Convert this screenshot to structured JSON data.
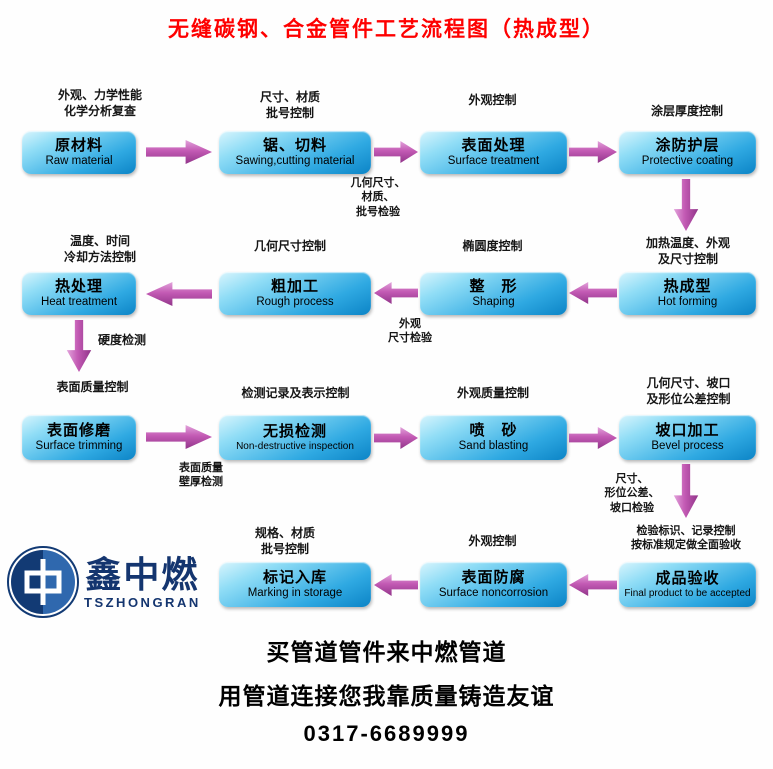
{
  "title": "无缝碳钢、合金管件工艺流程图（热成型）",
  "nodes": {
    "raw": {
      "cn": "原材料",
      "en": "Raw material"
    },
    "sawing": {
      "cn": "锯、切料",
      "en": "Sawing,cutting material"
    },
    "surface": {
      "cn": "表面处理",
      "en": "Surface treatment"
    },
    "coating": {
      "cn": "涂防护层",
      "en": "Protective coating"
    },
    "hotforming": {
      "cn": "热成型",
      "en": "Hot forming"
    },
    "shaping": {
      "cn": "整　形",
      "en": "Shaping"
    },
    "rough": {
      "cn": "粗加工",
      "en": "Rough process"
    },
    "heattreatment": {
      "cn": "热处理",
      "en": "Heat treatment"
    },
    "trimming": {
      "cn": "表面修磨",
      "en": "Surface trimming"
    },
    "ndt": {
      "cn": "无损检测",
      "en": "Non-destructive inspection"
    },
    "sandblasting": {
      "cn": "喷　砂",
      "en": "Sand blasting"
    },
    "bevel": {
      "cn": "坡口加工",
      "en": "Bevel process"
    },
    "final": {
      "cn": "成品验收",
      "en": "Final product to be accepted"
    },
    "noncorrosion": {
      "cn": "表面防腐",
      "en": "Surface noncorrosion"
    },
    "marking": {
      "cn": "标记入库",
      "en": "Marking in storage"
    }
  },
  "notes": {
    "raw": "外观、力学性能\n化学分析复查",
    "sawing": "尺寸、材质\n批号控制",
    "surface": "外观控制",
    "coating": "涂层厚度控制",
    "check_sawing_surface": "几何尺寸、\n材质、\n批号检验",
    "hotforming": "加热温度、外观\n及尺寸控制",
    "shaping": "椭圆度控制",
    "rough": "几何尺寸控制",
    "heattreatment": "温度、时间\n冷却方法控制",
    "check_shaping_rough": "外观\n尺寸检验",
    "hardness": "硬度检测",
    "trimming": "表面质量控制",
    "ndt": "检测记录及表示控制",
    "sandblasting": "外观质量控制",
    "bevel": "几何尺寸、坡口\n及形位公差控制",
    "check_trimming_ndt": "表面质量\n壁厚检测",
    "check_bevel_final": "尺寸、\n形位公差、\n坡口检验",
    "final": "检验标识、记录控制\n按标准规定做全面验收",
    "noncorrosion": "外观控制",
    "marking": "规格、材质\n批号控制"
  },
  "logo": {
    "name": "鑫中燃",
    "subtitle": "TSZHONGRAN"
  },
  "footer": {
    "line1": "买管道管件来中燃管道",
    "line2": "用管道连接您我靠质量铸造友谊",
    "phone": "0317-6689999"
  },
  "colors": {
    "title_red": "#fe0000",
    "box_blue_top": "#d9f5fd",
    "box_blue_bottom": "#0c84c6",
    "arrow_magenta": "#c35ab4",
    "logo_navy": "#14356f"
  }
}
